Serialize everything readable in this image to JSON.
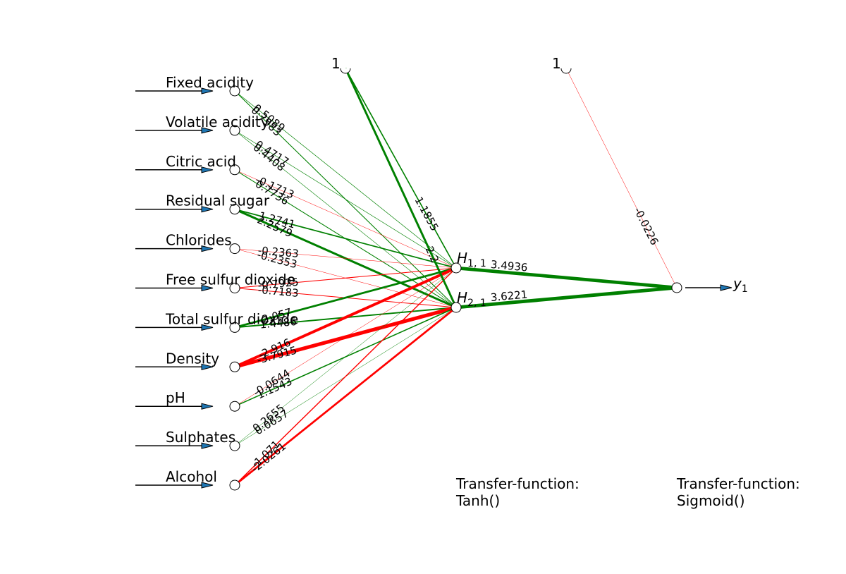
{
  "colors": {
    "positive": "#008000",
    "negative": "#ff0000",
    "node_fill": "#ffffff",
    "arrow_fill": "#1f77b4",
    "stroke": "#000000"
  },
  "inputs": [
    "Fixed acidity",
    "Volatile acidity",
    "Citric acid",
    "Residual sugar",
    "Chlorides",
    "Free sulfur dioxide",
    "Total sulfur dioxide",
    "Density",
    "pH",
    "Sulphates",
    "Alcohol"
  ],
  "hidden": [
    {
      "label_base": "H",
      "label_sub": "1, 1"
    },
    {
      "label_base": "H",
      "label_sub": "2, 1"
    }
  ],
  "output": {
    "label_base": "y",
    "label_sub": "1"
  },
  "bias_label": "1",
  "weights_input_hidden": [
    [
      "0.5089",
      "0.7983"
    ],
    [
      "0.4717",
      "0.4408"
    ],
    [
      "-0.1713",
      "0.7736"
    ],
    [
      "1.2741",
      "2.2579"
    ],
    [
      "-0.2363",
      "-0.2353"
    ],
    [
      "-0.7925",
      "-0.7183"
    ],
    [
      "2.057",
      "1.4486"
    ],
    [
      "-2.916",
      "-3.7915"
    ],
    [
      "-0.0644",
      "1.1543"
    ],
    [
      "0.2655",
      "0.0657"
    ],
    [
      "-1.071",
      "-2.0261"
    ]
  ],
  "weights_bias_hidden": [
    "1.1855",
    "2.2"
  ],
  "weights_hidden_output": [
    "3.4936",
    "3.6221"
  ],
  "weight_bias_output": "-0.0226",
  "hidden_transfer": {
    "title": "Transfer-function:",
    "name": "Tanh()"
  },
  "output_transfer": {
    "title": "Transfer-function:",
    "name": "Sigmoid()"
  }
}
